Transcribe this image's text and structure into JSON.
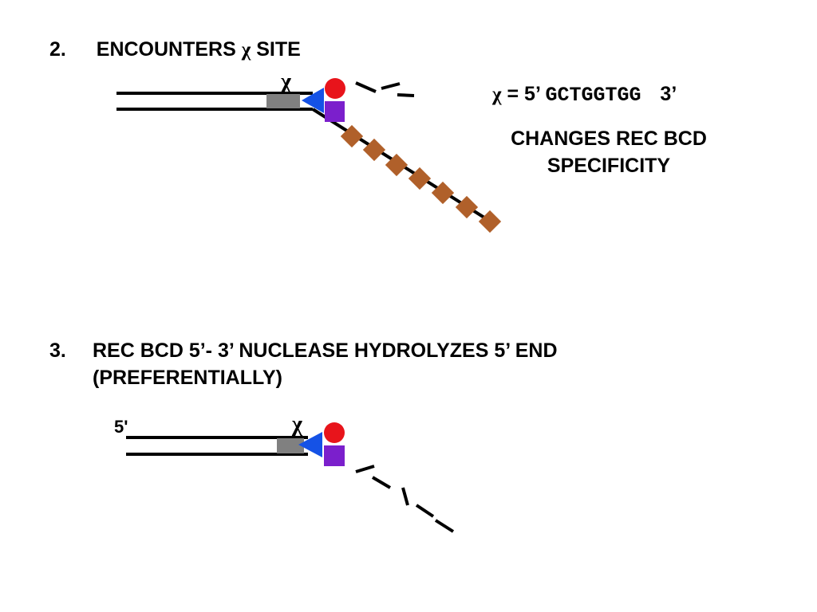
{
  "step2": {
    "number": "2.",
    "title_pre": "ENCOUNTERS",
    "chi_symbol": "χ",
    "title_post": "SITE",
    "chi_label": "χ"
  },
  "sequence": {
    "chi_symbol": "χ",
    "equals_prefix": "= 5’",
    "bases": "GCTGGTGG",
    "suffix": "3’"
  },
  "changes_note": {
    "line1": "CHANGES REC BCD",
    "line2": "SPECIFICITY"
  },
  "step3": {
    "number": "3.",
    "line1": "REC BCD 5’- 3’ NUCLEASE HYDROLYZES 5’ END",
    "line2": "(PREFERENTIALLY)",
    "five_prime": "5'",
    "chi_label": "χ"
  },
  "colors": {
    "dna": "#000000",
    "chi_site": "#808080",
    "recb_circle": "#e8141b",
    "recd_triangle": "#1552e6",
    "recc_square": "#7b1fcc",
    "ssb_bead": "#b0602a"
  }
}
